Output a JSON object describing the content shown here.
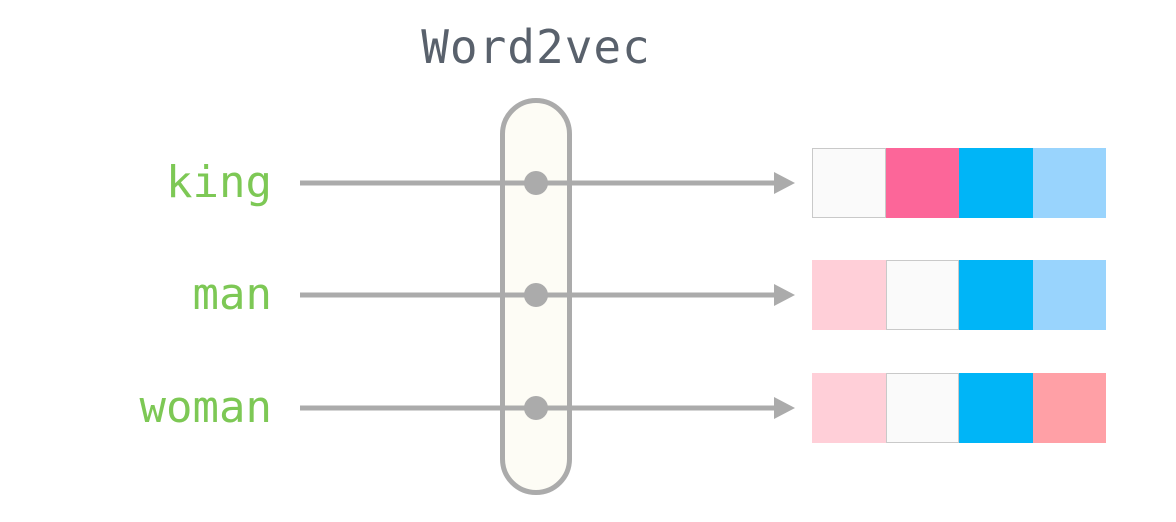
{
  "title": "Word2vec",
  "colors": {
    "title_text": "#59616C",
    "word_text": "#7DC855",
    "arrow": "#ABABAB",
    "pill_fill": "#FDFCF5",
    "pill_border": "#ABABAB",
    "cell_border": "#C9C9C9",
    "white_cell": "#FAFAFA",
    "hot_pink": "#FC6699",
    "bright_blue": "#00B5F7",
    "light_blue": "#99D4FD",
    "light_pink": "#FFCFD8",
    "salmon": "#FFA0A6"
  },
  "rows": [
    {
      "word": "king",
      "cells": [
        "#FAFAFA",
        "#FC6699",
        "#00B5F7",
        "#99D4FD"
      ]
    },
    {
      "word": "man",
      "cells": [
        "#FFCFD8",
        "#FAFAFA",
        "#00B5F7",
        "#99D4FD"
      ]
    },
    {
      "word": "woman",
      "cells": [
        "#FFCFD8",
        "#FAFAFA",
        "#00B5F7",
        "#FFA0A6"
      ]
    }
  ]
}
